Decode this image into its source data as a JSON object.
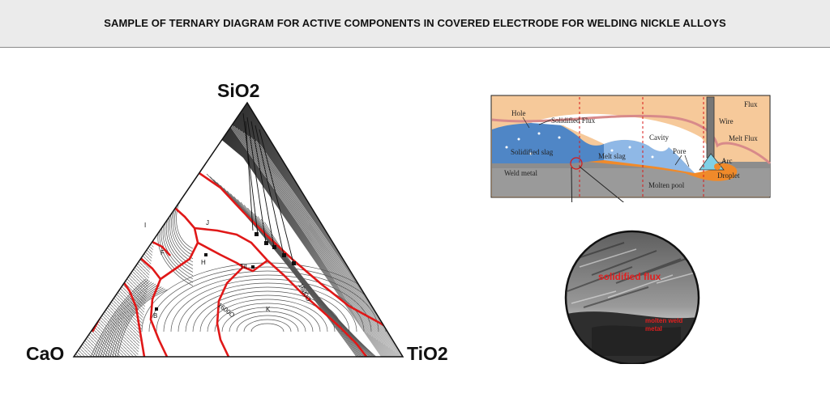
{
  "header": {
    "title": "SAMPLE OF TERNARY DIAGRAM FOR ACTIVE COMPONENTS IN COVERED ELECTRODE FOR WELDING NICKLE ALLOYS"
  },
  "ternary": {
    "vertices": {
      "top": "SiO2",
      "left": "CaO",
      "right": "TiO2"
    },
    "point_labels": [
      "J",
      "F",
      "H",
      "Tit",
      "B",
      "I",
      "K"
    ],
    "isotherms": [
      "1800O",
      "1600O"
    ],
    "colors": {
      "boundary": "#e01818",
      "contour": "#555555",
      "shade": "#2b2b2b"
    }
  },
  "weld_process": {
    "labels": {
      "hole": "Hole",
      "solidified_flux": "Solidified Flux",
      "flux": "Flux",
      "wire": "Wire",
      "cavity": "Cavity",
      "melt_flux": "Melt Flux",
      "solidified_slag": "Solidified slag",
      "melt_slag": "Melt slag",
      "pore": "Pore",
      "arc": "Arc",
      "weld_metal": "Weld metal",
      "droplet": "Droplet",
      "molten_pool": "Molten pool"
    },
    "colors": {
      "flux": "#f6c99a",
      "slag": "#4f86c6",
      "pool": "#f08a2a",
      "metal": "#7a7a7a"
    }
  },
  "micrograph": {
    "labels": {
      "top": "solidified flux",
      "bottom": "molten weld metal"
    },
    "colors": {
      "label": "#e02020"
    }
  }
}
